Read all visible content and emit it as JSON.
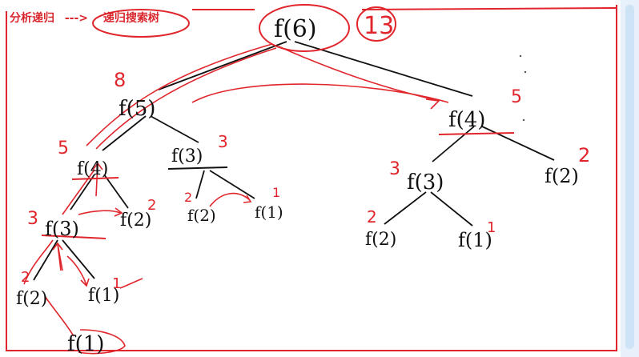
{
  "header": {
    "title_left": "分析递归",
    "arrow": "--->",
    "title_right": "递归搜索树"
  },
  "tree": {
    "root": {
      "label": "f(6)",
      "count": "13"
    },
    "n5": {
      "label": "f(5)",
      "count": "8"
    },
    "n4r": {
      "label": "f(4)",
      "count": "5"
    },
    "n4l": {
      "label": "f(4)",
      "count": "5"
    },
    "n3a": {
      "label": "f(3)",
      "count": "3"
    },
    "n3b": {
      "label": "f(3)",
      "count": "3"
    },
    "n2r": {
      "label": "f(2)",
      "count": "2"
    },
    "n3c": {
      "label": "f(3)",
      "count": "3"
    },
    "n2a": {
      "label": "f(2)",
      "count": "2"
    },
    "n2b": {
      "label": "f(2)",
      "count": "2"
    },
    "n1a": {
      "label": "f(1)",
      "count": "1"
    },
    "n2c": {
      "label": "f(2)",
      "count": "2"
    },
    "n1b": {
      "label": "f(1)",
      "count": "1"
    },
    "n2d": {
      "label": "f(2)",
      "count": "2"
    },
    "n1c": {
      "label": "f(1)",
      "count": "1"
    },
    "n1d": {
      "label": "f(1)",
      "count": ""
    }
  },
  "colors": {
    "ink": "#111111",
    "annotation": "#e0262c",
    "scrollbar": "#cfe3f7"
  }
}
